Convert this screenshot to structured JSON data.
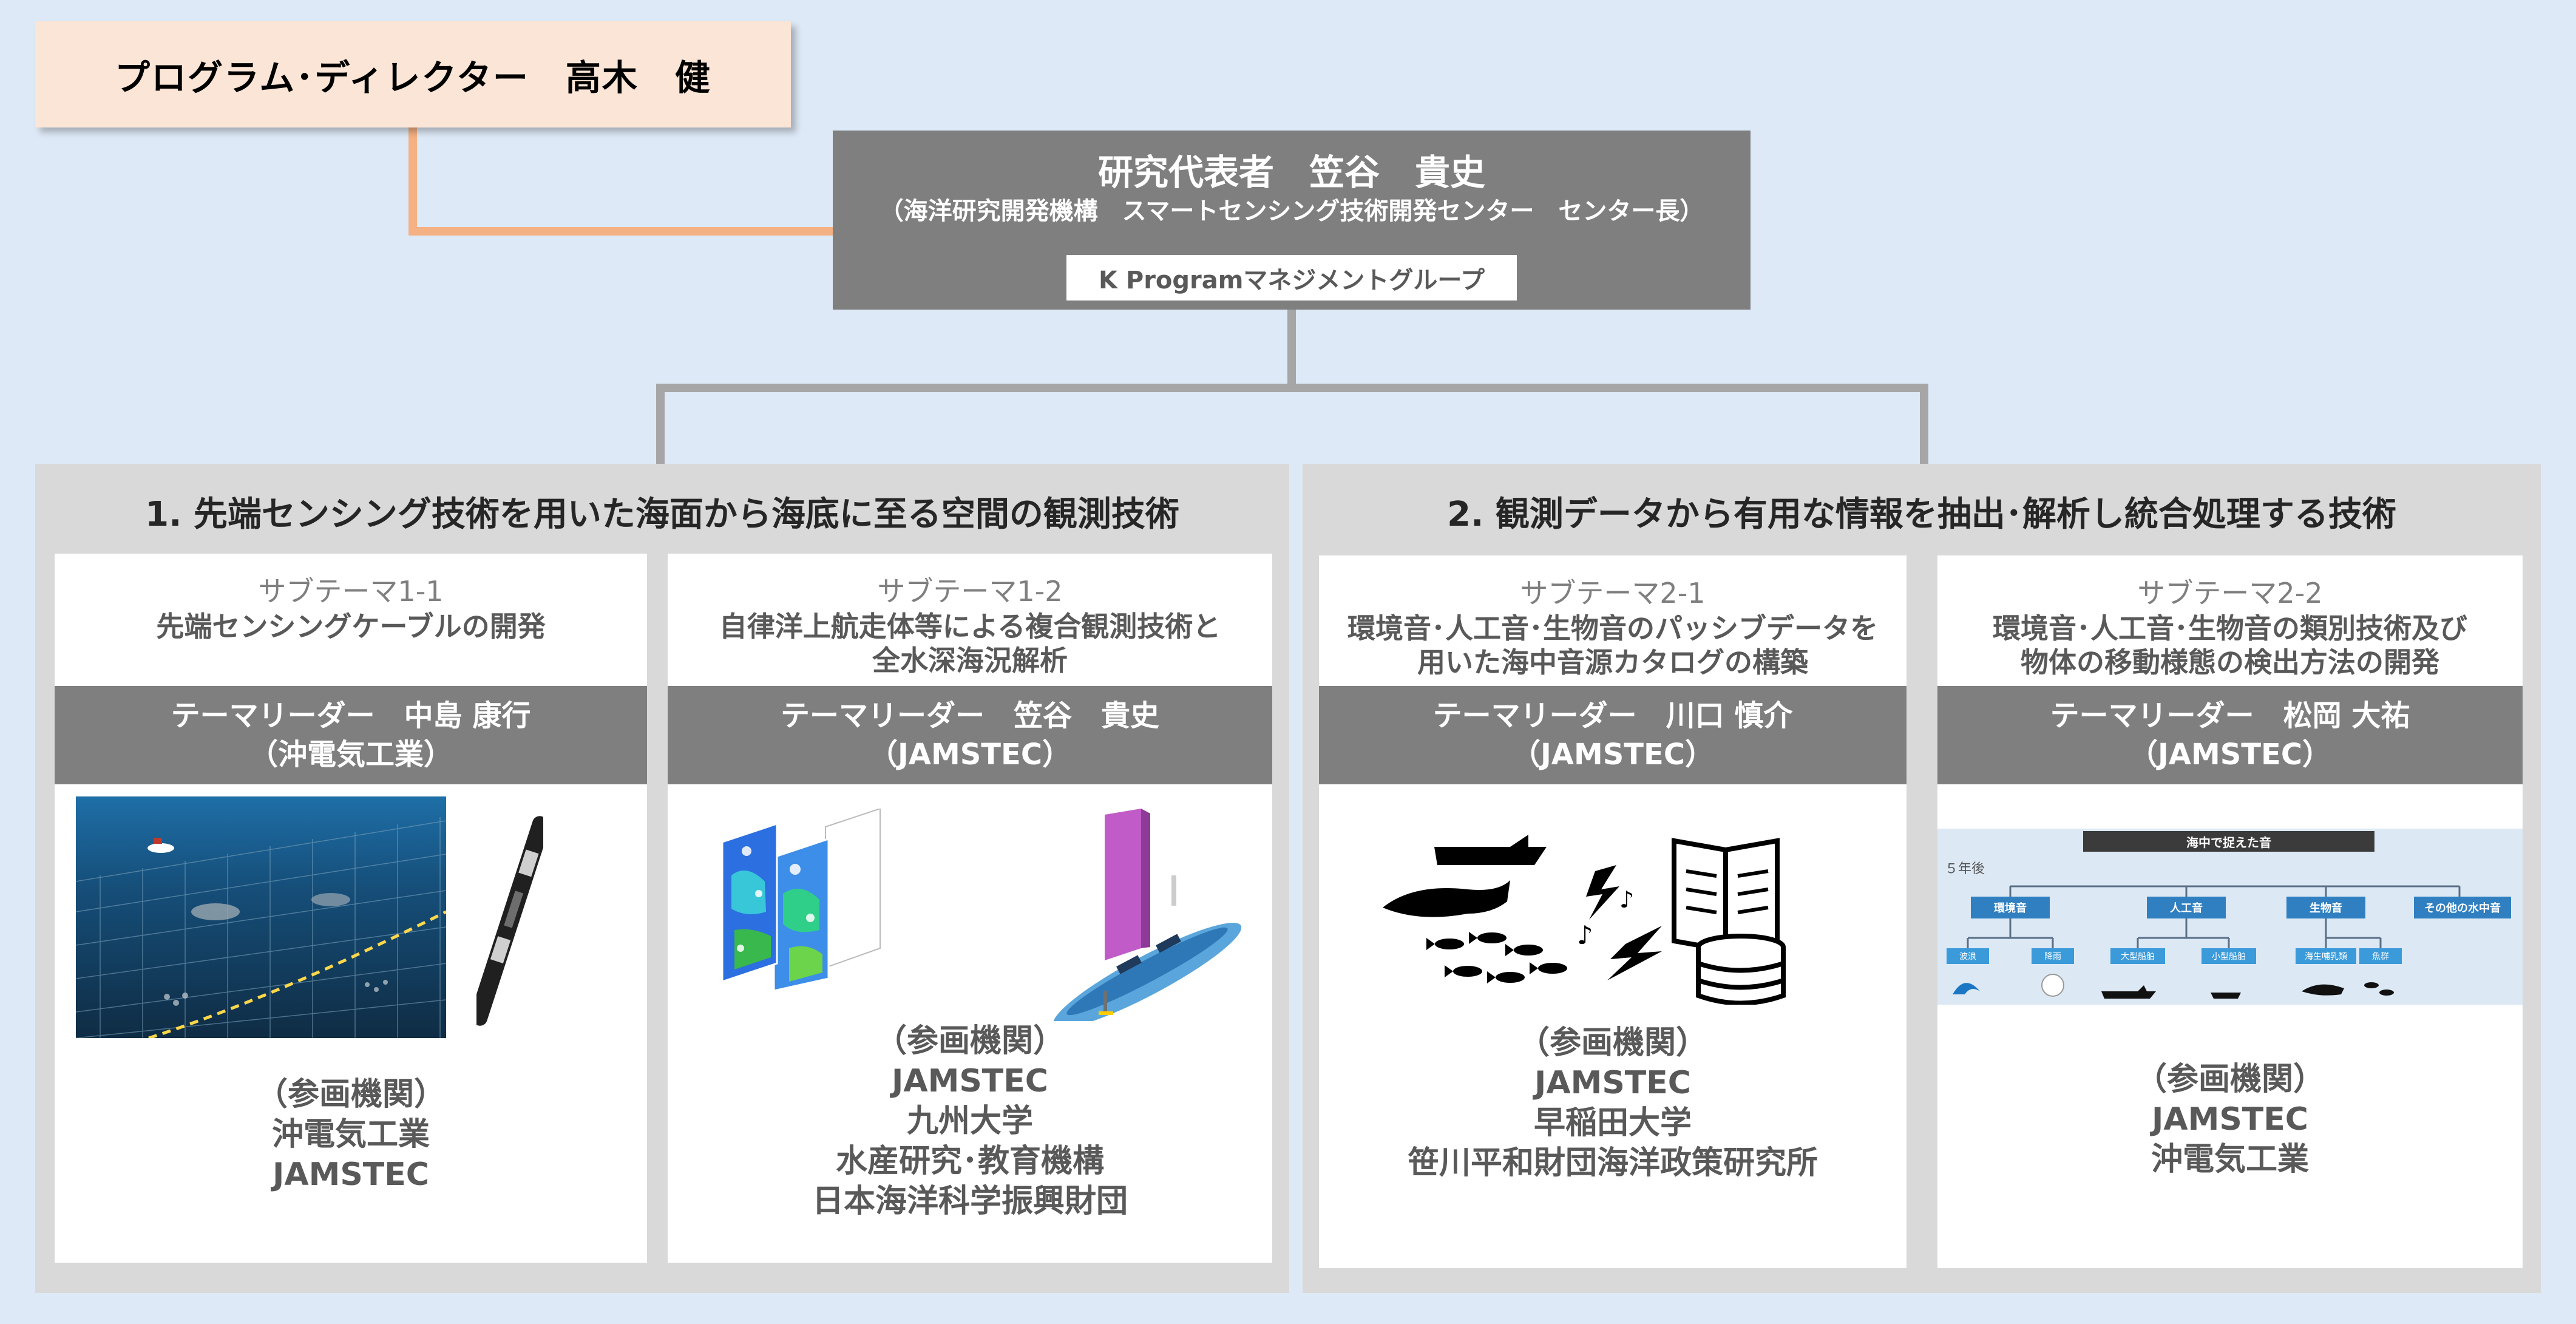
{
  "program_director": "プログラム･ディレクター　高木　健",
  "lead": {
    "title": "研究代表者　笠谷　貴史",
    "affiliation": "（海洋研究開発機構　スマートセンシング技術開発センター　センター長）",
    "group": "K Programマネジメントグループ"
  },
  "themes": [
    {
      "title": "1.  先端センシング技術を用いた海面から海底に至る空間の観測技術",
      "subthemes": [
        {
          "label": "サブテーマ1-1",
          "name_lines": [
            "先端センシングケーブルの開発"
          ],
          "leader_lines": [
            "テーマリーダー　中島 康行",
            "（沖電気工業）"
          ],
          "orgs_header": "（参画機関）",
          "orgs": [
            "沖電気工業",
            "JAMSTEC"
          ]
        },
        {
          "label": "サブテーマ1-2",
          "name_lines": [
            "自律洋上航走体等による複合観測技術と",
            "全水深海況解析"
          ],
          "leader_lines": [
            "テーマリーダー　笠谷　貴史",
            "（JAMSTEC）"
          ],
          "orgs_header": "（参画機関）",
          "orgs": [
            "JAMSTEC",
            "九州大学",
            "水産研究･教育機構",
            "日本海洋科学振興財団"
          ]
        }
      ]
    },
    {
      "title": "2.  観測データから有用な情報を抽出･解析し統合処理する技術",
      "subthemes": [
        {
          "label": "サブテーマ2-1",
          "name_lines": [
            "環境音･人工音･生物音のパッシブデータを",
            "用いた海中音源カタログの構築"
          ],
          "leader_lines": [
            "テーマリーダー　川口 慎介",
            "（JAMSTEC）"
          ],
          "orgs_header": "（参画機関）",
          "orgs": [
            "JAMSTEC",
            "早稲田大学",
            "笹川平和財団海洋政策研究所"
          ]
        },
        {
          "label": "サブテーマ2-2",
          "name_lines": [
            "環境音･人工音･生物音の類別技術及び",
            "物体の移動様態の検出方法の開発"
          ],
          "leader_lines": [
            "テーマリーダー　松岡 大祐",
            "（JAMSTEC）"
          ],
          "orgs_header": "（参画機関）",
          "orgs": [
            "JAMSTEC",
            "沖電気工業"
          ]
        }
      ]
    }
  ],
  "sound_tree": {
    "header": "海中で捉えた音",
    "year_label": "５年後",
    "categories": [
      "環境音",
      "人工音",
      "生物音",
      "その他の水中音"
    ],
    "leaves": [
      "波浪",
      "降雨",
      "大型船舶",
      "小型船舶",
      "海生哺乳類",
      "魚群"
    ]
  },
  "colors": {
    "pd_box": "#fbe5d6",
    "connector_orange": "#f4b183",
    "leader_gray": "#7f7f7f",
    "theme_gray": "#d9d9d9",
    "page_bg": "#dde9f6"
  }
}
